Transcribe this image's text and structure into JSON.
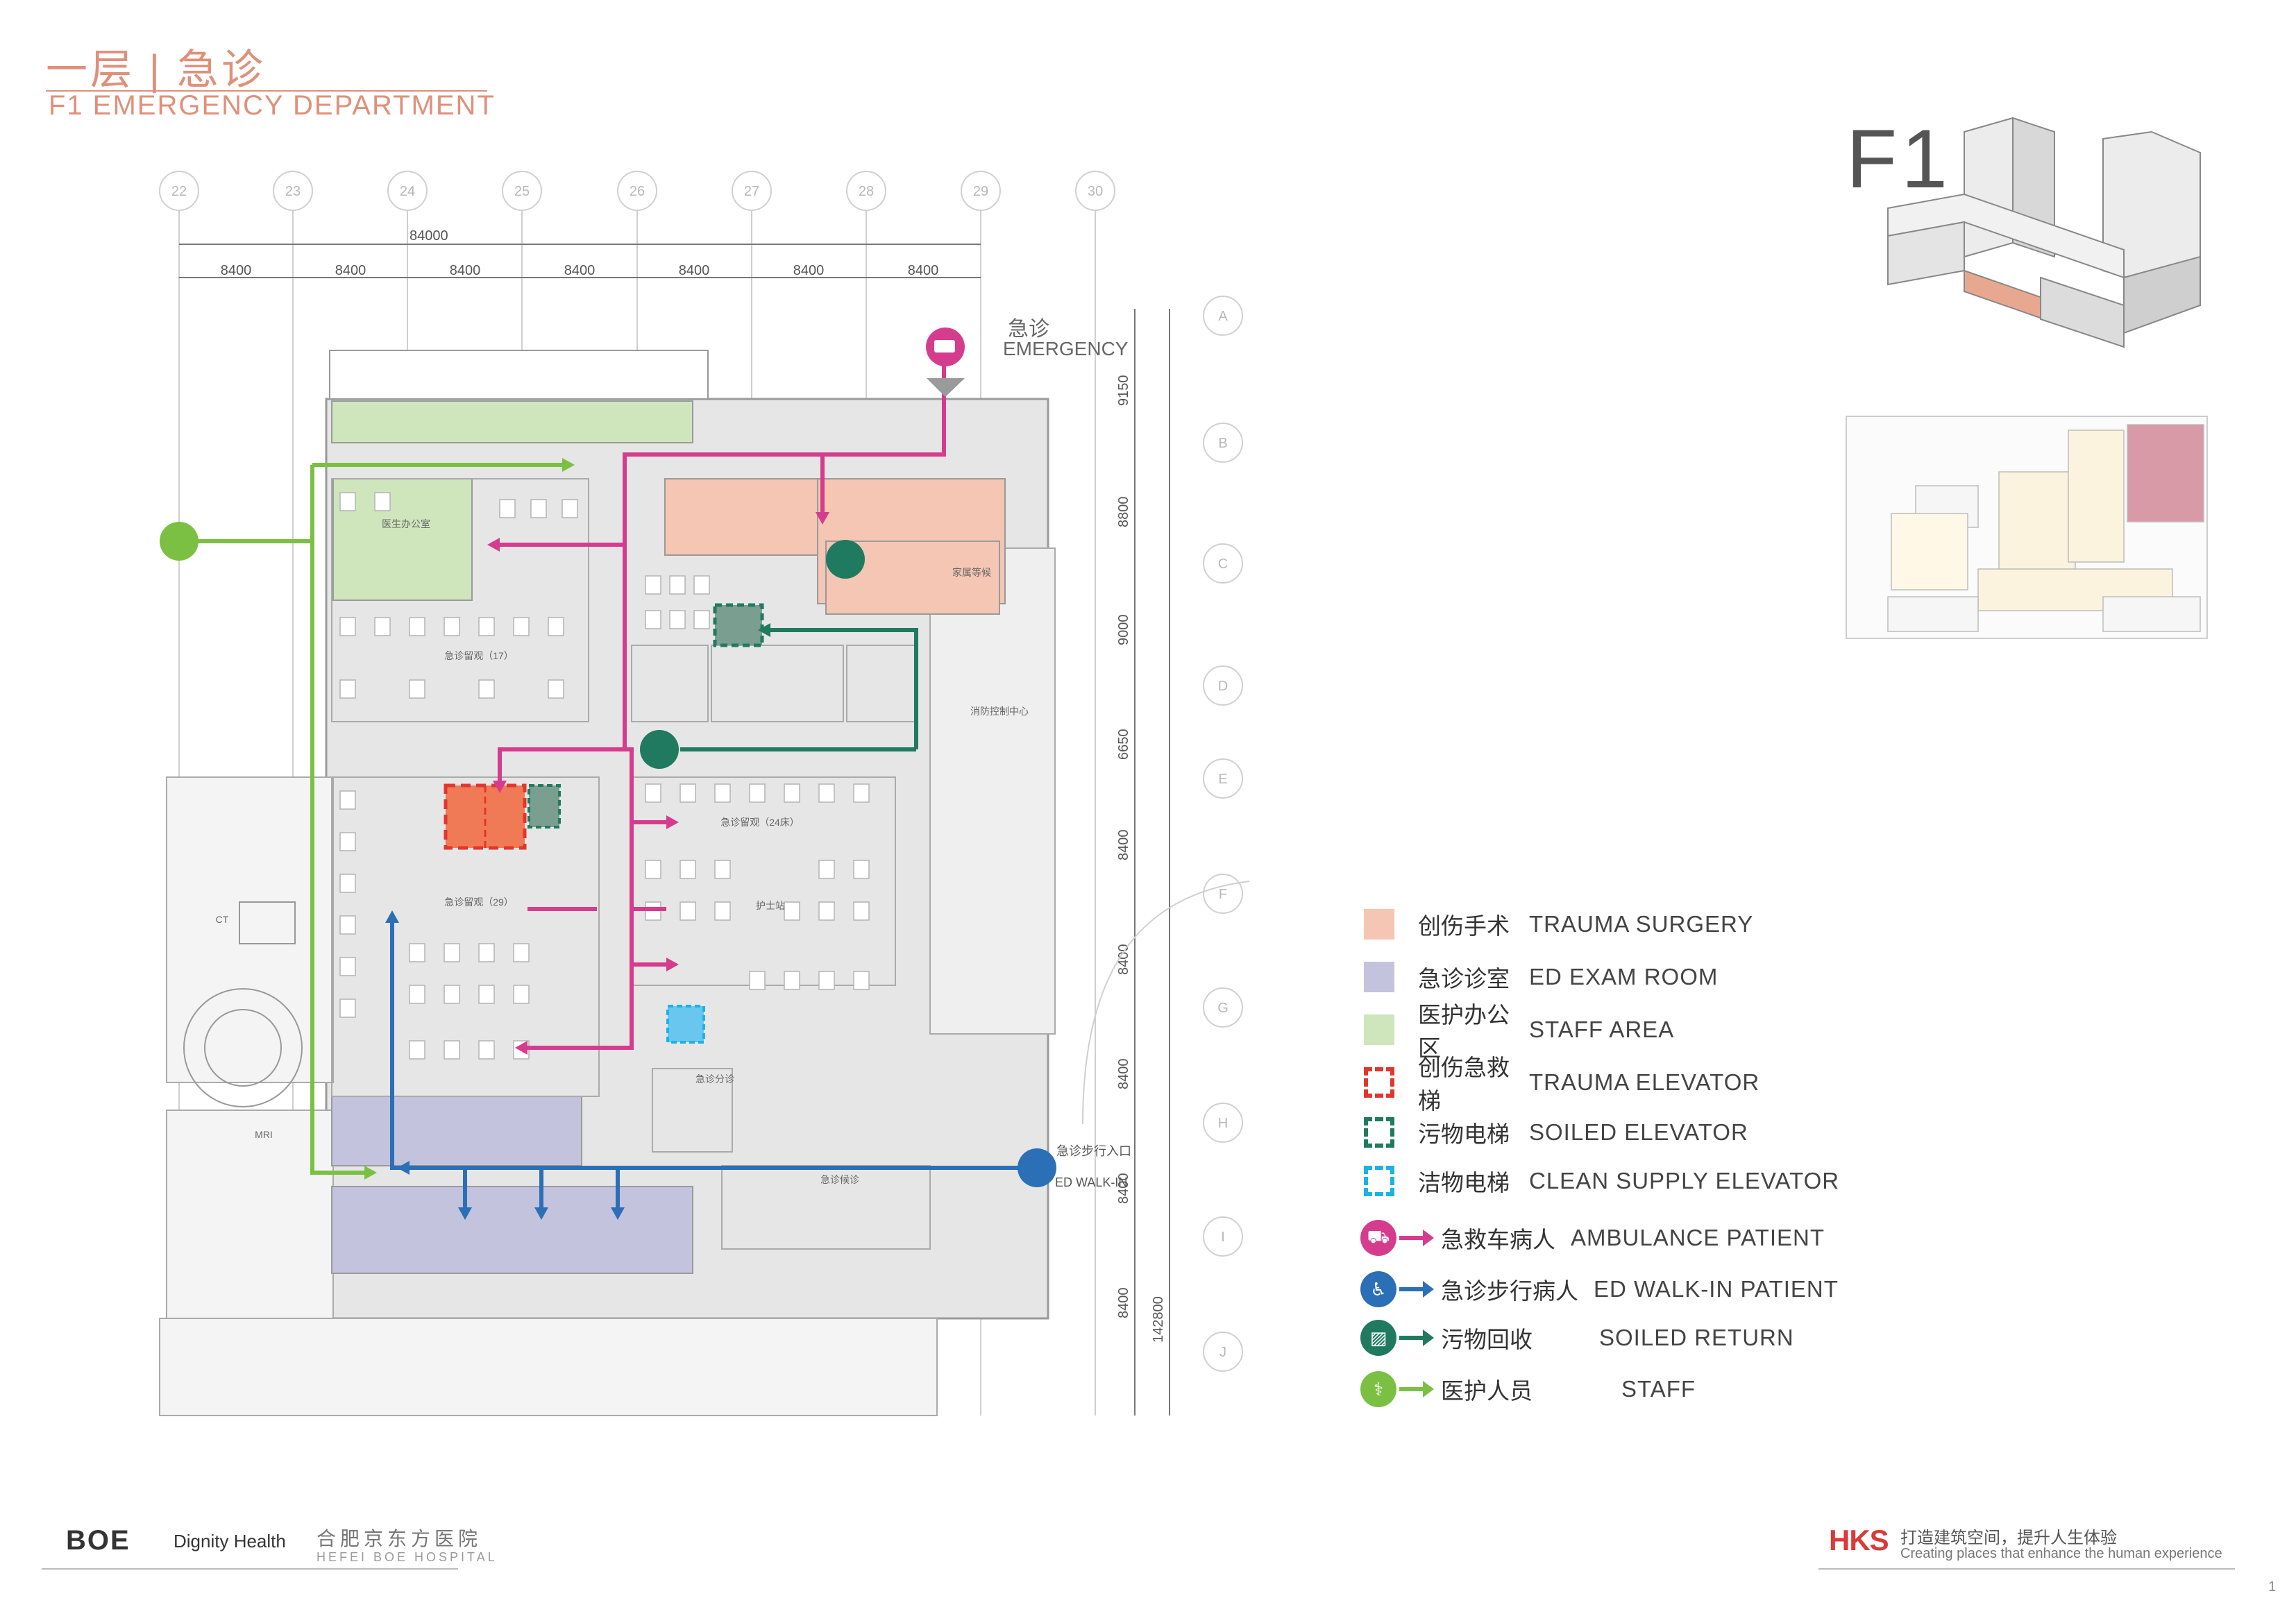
{
  "header": {
    "title_cn": "一层 | 急诊",
    "title_en": "F1 EMERGENCY DEPARTMENT",
    "floor_label": "F1"
  },
  "plan": {
    "grid_columns": [
      "22",
      "23",
      "24",
      "25",
      "26",
      "27",
      "28",
      "29",
      "30"
    ],
    "grid_rows": [
      "A",
      "B",
      "C",
      "D",
      "E",
      "F",
      "G",
      "H",
      "I",
      "J"
    ],
    "overall_dim": "84000",
    "bay_dims": [
      "8400",
      "8400",
      "8400",
      "8400",
      "8400",
      "8400",
      "8400"
    ],
    "row_dims": [
      "9150",
      "8800",
      "9000",
      "6650",
      "8400",
      "8400",
      "8400",
      "8400",
      "8400"
    ],
    "total_row_dim": "142800",
    "entrance_emergency_cn": "急诊",
    "entrance_emergency_en": "EMERGENCY",
    "entrance_walkin_cn": "急诊步行入口",
    "entrance_walkin_en": "ED WALK-IN",
    "rooms": {
      "office": "医生办公室",
      "exam_17": "急诊留观（17）",
      "exam_29": "急诊留观（29）",
      "exam_24": "急诊留观（24床）",
      "nurse_station": "护士站",
      "triage": "急诊分诊",
      "ed_waiting": "急诊候诊",
      "fire_control": "消防控制中心",
      "family": "家属等候",
      "ct": "CT",
      "mri": "MRI"
    }
  },
  "legend": [
    {
      "cn": "创伤手术",
      "en": "TRAUMA SURGERY",
      "color": "#f4c6b3",
      "kind": "fill"
    },
    {
      "cn": "急诊诊室",
      "en": "ED EXAM ROOM",
      "color": "#c3c3de",
      "kind": "fill"
    },
    {
      "cn": "医护办公区",
      "en": "STAFF AREA",
      "color": "#cfe6bd",
      "kind": "fill"
    },
    {
      "cn": "创伤急救梯",
      "en": "TRAUMA ELEVATOR",
      "color": "#e2352c",
      "kind": "dash"
    },
    {
      "cn": "污物电梯",
      "en": "SOILED ELEVATOR",
      "color": "#1f7a60",
      "kind": "dash"
    },
    {
      "cn": "洁物电梯",
      "en": "CLEAN SUPPLY ELEVATOR",
      "color": "#1ab3e6",
      "kind": "dash"
    }
  ],
  "routes": [
    {
      "cn": "急救车病人",
      "en": "AMBULANCE PATIENT",
      "color": "#d63c8e",
      "icon": "ambulance-icon"
    },
    {
      "cn": "急诊步行病人",
      "en": "ED WALK-IN PATIENT",
      "color": "#2b6fb6",
      "icon": "walker-icon"
    },
    {
      "cn": "污物回收",
      "en": "SOILED RETURN",
      "color": "#1f7a60",
      "icon": "truck-icon"
    },
    {
      "cn": "医护人员",
      "en": "STAFF",
      "color": "#7bc043",
      "icon": "stethoscope-icon"
    }
  ],
  "footer": {
    "boe": "BOE",
    "dignity": "Dignity Health",
    "hospital_cn": "合肥京东方医院",
    "hospital_en": "HEFEI BOE HOSPITAL",
    "hks": "HKS",
    "hks_cn": "打造建筑空间，提升人生体验",
    "hks_en": "Creating places that enhance the human experience",
    "page_number": "1"
  }
}
